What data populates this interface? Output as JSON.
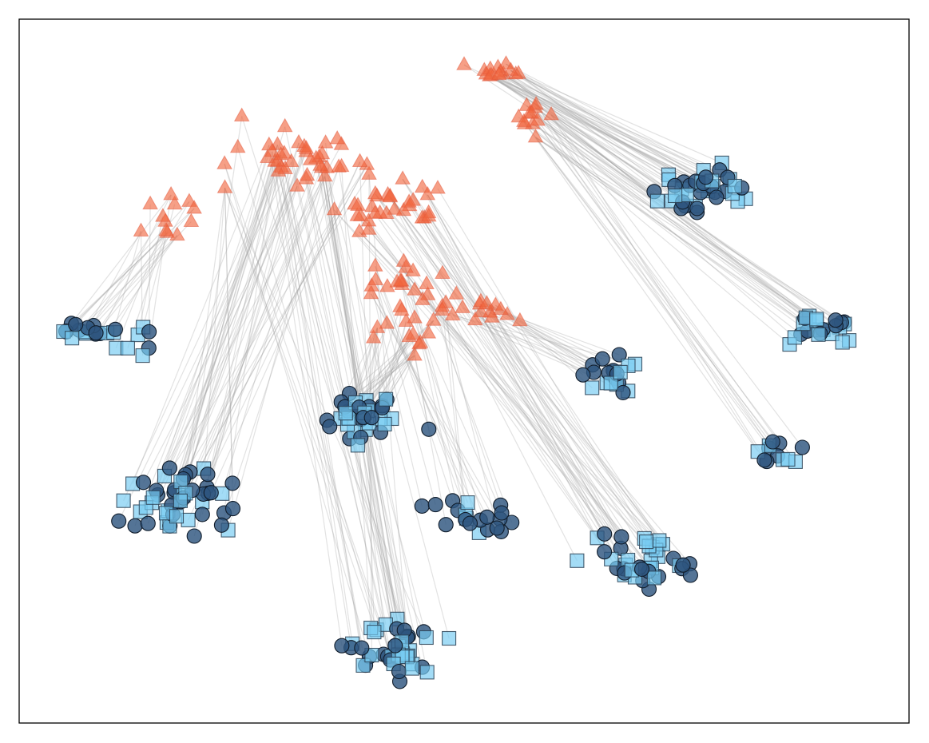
{
  "chart_data": {
    "type": "scatter",
    "title": "",
    "xlabel": "",
    "ylabel": "",
    "xlim": [
      0,
      100
    ],
    "ylim": [
      0,
      100
    ],
    "grid": false,
    "axes_ticks": false,
    "legend": "none",
    "colors": {
      "source_points": "#f0643c",
      "target_points_circle": "#2e557f",
      "target_points_square": "#78ccf2",
      "links": "#a6a6a6"
    },
    "series": [
      {
        "marker": "triangle",
        "role": "source",
        "clusters": [
          {
            "center": [
              54.0,
              92.5
            ],
            "spread": [
              2.6,
              0.8
            ],
            "count": 14
          },
          {
            "center": [
              57.5,
              85.5
            ],
            "spread": [
              1.2,
              2.2
            ],
            "count": 12
          },
          {
            "center": [
              33.0,
              80.0
            ],
            "spread": [
              6.5,
              3.6
            ],
            "count": 40
          },
          {
            "center": [
              18.0,
              71.0
            ],
            "spread": [
              3.0,
              3.2
            ],
            "count": 12
          },
          {
            "center": [
              42.0,
              73.0
            ],
            "spread": [
              4.5,
              2.8
            ],
            "count": 30
          },
          {
            "center": [
              44.5,
              62.0
            ],
            "spread": [
              4.0,
              2.2
            ],
            "count": 20
          },
          {
            "center": [
              52.5,
              58.5
            ],
            "spread": [
              3.6,
              1.4
            ],
            "count": 14
          },
          {
            "center": [
              43.5,
              55.5
            ],
            "spread": [
              3.2,
              1.8
            ],
            "count": 14
          }
        ]
      },
      {
        "marker": "circle+square",
        "role": "target",
        "clusters": [
          {
            "center": [
              77.0,
              76.0
            ],
            "spread": [
              3.5,
              2.4
            ],
            "count": 40,
            "link": 0
          },
          {
            "center": [
              90.0,
              56.0
            ],
            "spread": [
              3.0,
              1.6
            ],
            "count": 24,
            "link": 1
          },
          {
            "center": [
              7.0,
              56.0
            ],
            "spread": [
              1.8,
              1.0
            ],
            "count": 14,
            "link": 3
          },
          {
            "center": [
              12.5,
              54.5
            ],
            "spread": [
              2.6,
              1.6
            ],
            "count": 10,
            "link": 3
          },
          {
            "center": [
              67.0,
              49.0
            ],
            "spread": [
              2.2,
              2.2
            ],
            "count": 20,
            "link": 6
          },
          {
            "center": [
              39.0,
              43.5
            ],
            "spread": [
              3.6,
              3.0
            ],
            "count": 36,
            "link": 7
          },
          {
            "center": [
              85.0,
              38.0
            ],
            "spread": [
              2.8,
              1.6
            ],
            "count": 12,
            "link": 1
          },
          {
            "center": [
              19.0,
              32.0
            ],
            "spread": [
              5.0,
              3.4
            ],
            "count": 50,
            "link": 2
          },
          {
            "center": [
              50.0,
              29.5
            ],
            "spread": [
              3.8,
              1.8
            ],
            "count": 20,
            "link": 5
          },
          {
            "center": [
              70.0,
              23.0
            ],
            "spread": [
              4.0,
              3.6
            ],
            "count": 40,
            "link": 4
          },
          {
            "center": [
              42.5,
              11.0
            ],
            "spread": [
              4.0,
              3.2
            ],
            "count": 44,
            "link": 2
          }
        ]
      }
    ]
  }
}
